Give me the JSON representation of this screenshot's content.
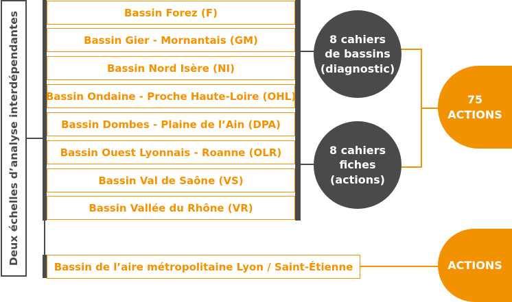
{
  "side_label": "Deux échelles d’analyse interdépendantes",
  "basins": [
    "Bassin Forez (F)",
    "Bassin Gier - Mornantais (GM)",
    "Bassin Nord Isère (NI)",
    "Bassin Ondaine - Proche Haute-Loire (OHL)",
    "Bassin Dombes - Plaine de l’Ain (DPA)",
    "Bassin Ouest Lyonnais - Roanne (OLR)",
    "Bassin Val de Saône (VS)",
    "Bassin Vallée du Rhône (VR)"
  ],
  "metro_basin": "Bassin de l’aire métropolitaine Lyon / Saint-Étienne",
  "circle_diagnostic": "8 cahiers\nde bassins\n(diagnostic)",
  "circle_fiches": "8 cahiers\nfiches\n(actions)",
  "circle_75_actions": "75\nACTIONS",
  "circle_actions": "ACTIONS",
  "colors": {
    "orange": "#f39200",
    "dark": "#4a4a4a"
  }
}
